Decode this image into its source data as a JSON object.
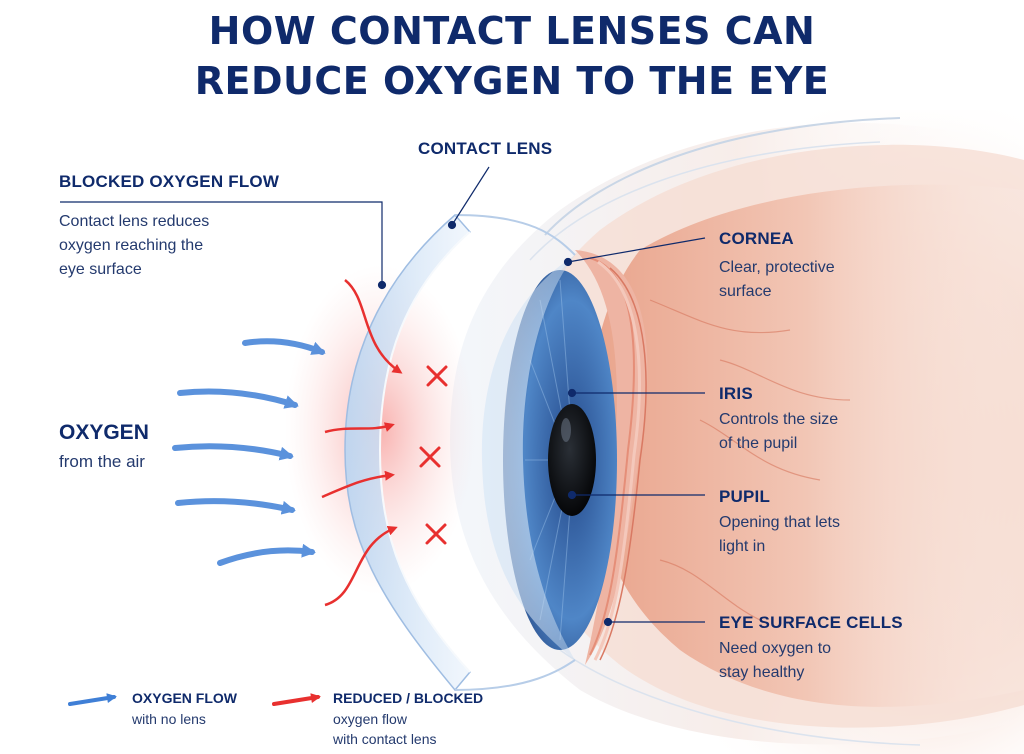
{
  "title_line1": "HOW CONTACT LENSES CAN",
  "title_line2": "REDUCE OXYGEN TO THE EYE",
  "labels": {
    "contact_lens": "CONTACT LENS",
    "blocked": {
      "heading": "BLOCKED OXYGEN FLOW",
      "desc": [
        "Contact lens reduces",
        "oxygen reaching the",
        "eye surface"
      ]
    },
    "oxygen": {
      "heading": "OXYGEN",
      "desc": "from the air"
    },
    "cornea": {
      "heading": "CORNEA",
      "desc": [
        "Clear, protective",
        "surface"
      ]
    },
    "iris": {
      "heading": "IRIS",
      "desc": [
        "Controls the size",
        "of the pupil"
      ]
    },
    "pupil": {
      "heading": "PUPIL",
      "desc": [
        "Opening that lets",
        "light in"
      ]
    },
    "surface_cells": {
      "heading": "EYE SURFACE CELLS",
      "desc": [
        "Need oxygen to",
        "stay healthy"
      ]
    }
  },
  "legend": {
    "oxygen_flow": {
      "heading": "OXYGEN FLOW",
      "desc": [
        "with no lens"
      ]
    },
    "reduced": {
      "heading": "REDUCED / BLOCKED",
      "desc": [
        "oxygen flow",
        "with contact lens"
      ]
    }
  },
  "colors": {
    "navy": "#0f2a6b",
    "blue_arrow": "#3f7fd6",
    "red_arrow": "#e8302f",
    "iris": "#3d6fb3",
    "pink_tissue": "#eeb4a3"
  },
  "icons": [
    "blocked-x-icon"
  ]
}
